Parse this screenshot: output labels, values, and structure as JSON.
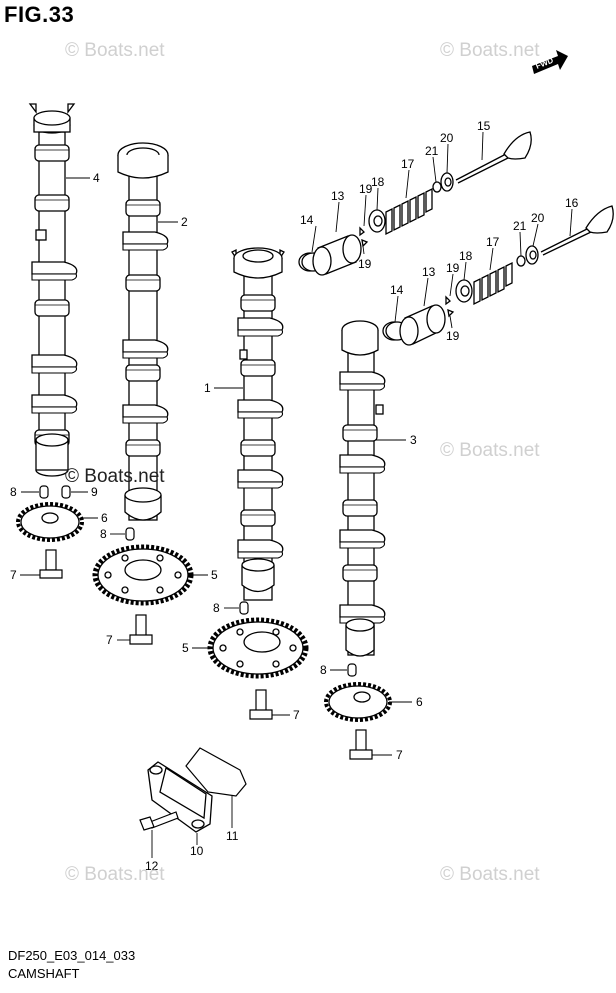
{
  "figure": {
    "title": "FIG.33",
    "part_code": "DF250_E03_014_033",
    "caption": "CAMSHAFT",
    "fwd_label": "FWD"
  },
  "watermarks": {
    "text": "© Boats.net",
    "dark_text": "© Boats.net"
  },
  "callouts": {
    "c1": "1",
    "c2": "2",
    "c3": "3",
    "c4": "4",
    "c5a": "5",
    "c5b": "5",
    "c6a": "6",
    "c6b": "6",
    "c7a": "7",
    "c7b": "7",
    "c7c": "7",
    "c7d": "7",
    "c8a": "8",
    "c8b": "8",
    "c8c": "8",
    "c8d": "8",
    "c9": "9",
    "c10": "10",
    "c11": "11",
    "c12": "12",
    "c13a": "13",
    "c13b": "13",
    "c14a": "14",
    "c14b": "14",
    "c15": "15",
    "c16": "16",
    "c17a": "17",
    "c17b": "17",
    "c18a": "18",
    "c18b": "18",
    "c19a": "19",
    "c19b": "19",
    "c19c": "19",
    "c19d": "19",
    "c20a": "20",
    "c20b": "20",
    "c21a": "21",
    "c21b": "21"
  },
  "colors": {
    "line": "#000000",
    "watermark": "#d0d0d0",
    "background": "#ffffff"
  }
}
